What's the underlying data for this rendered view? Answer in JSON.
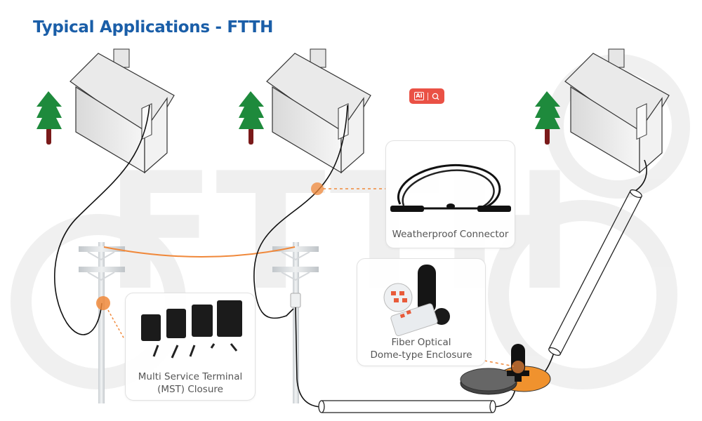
{
  "title": "Typical Applications - FTTH",
  "watermark_text": "FTTH",
  "overlay_toolbar": {
    "ai_label": "AI",
    "icons": [
      "ai-text-icon",
      "search-icon"
    ]
  },
  "cards": {
    "weatherproof_connector": {
      "label": "Weatherproof Connector"
    },
    "dome_enclosure": {
      "line1": "Fiber Optical",
      "line2": "Dome-type Enclosure"
    },
    "mst_closure": {
      "line1": "Multi Service Terminal",
      "line2": "(MST) Closure"
    }
  },
  "colors": {
    "title": "#1a5ea8",
    "highlight": "#f0883a",
    "tree": "#1e8a3c",
    "trunk": "#7a1a1a",
    "ai_button": "#ea5145"
  }
}
